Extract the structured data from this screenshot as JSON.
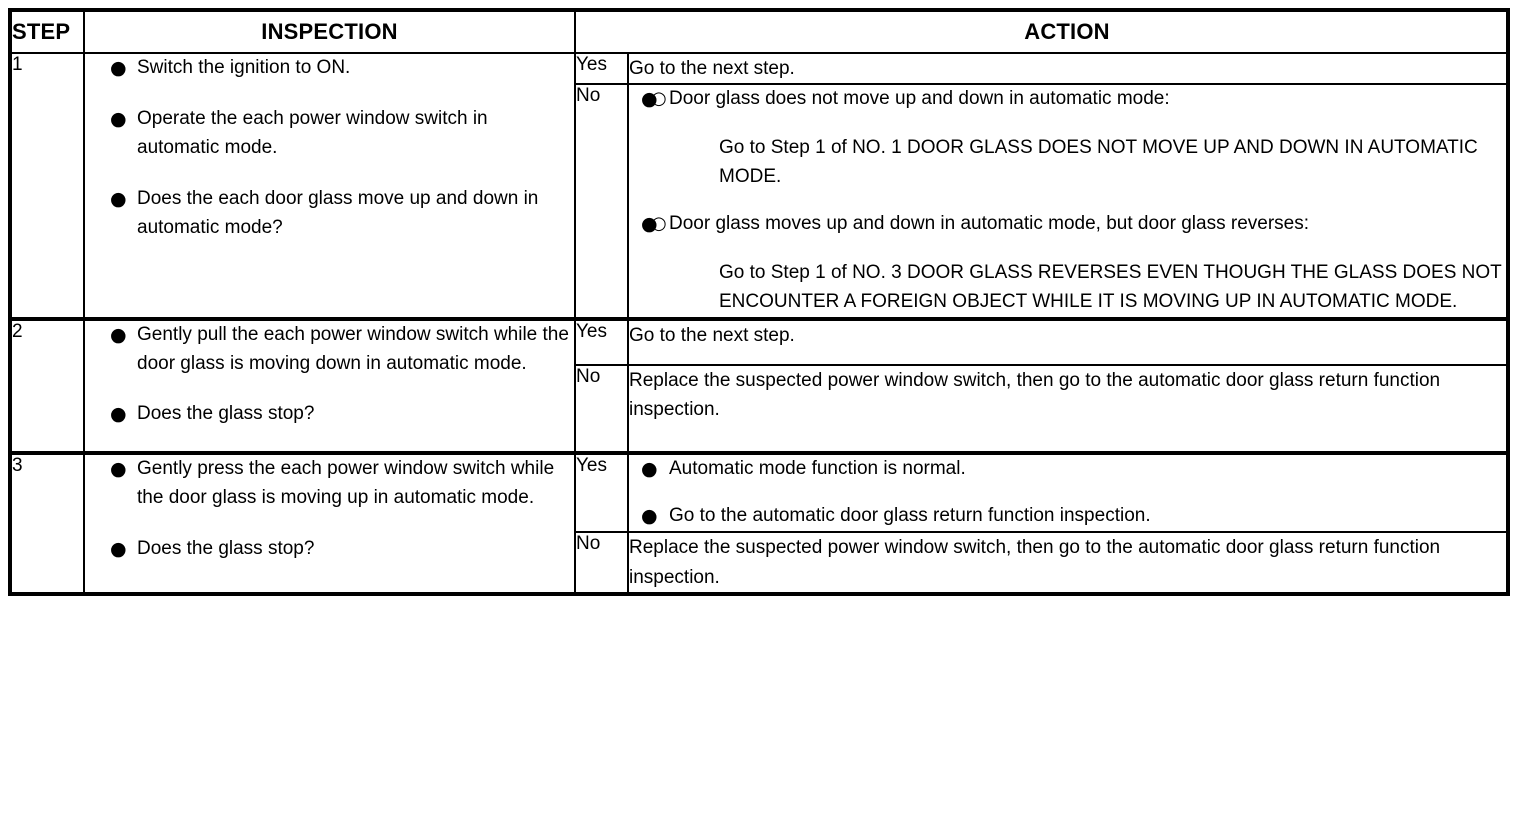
{
  "table": {
    "headers": {
      "step": "STEP",
      "inspection": "INSPECTION",
      "action": "ACTION"
    },
    "markers": {
      "filled_bullet": "●",
      "hollow_bullet": "○"
    },
    "answers": {
      "yes": "Yes",
      "no": "No"
    },
    "steps": [
      {
        "number": "1",
        "inspection": [
          "Switch the ignition to ON.",
          "Operate the each power window switch in automatic mode.",
          "Does the each door glass move up and down in automatic mode?"
        ],
        "yes_action": {
          "text": "Go to the next step."
        },
        "no_action": {
          "bullets": [
            {
              "text": "Door glass does not move up and down in automatic mode:",
              "sub": [
                "Go to Step 1 of NO. 1 DOOR GLASS DOES NOT MOVE UP AND DOWN IN AUTOMATIC MODE."
              ]
            },
            {
              "text": "Door glass moves up and down in automatic mode, but door glass reverses:",
              "sub": [
                "Go to Step 1 of NO. 3 DOOR GLASS REVERSES EVEN THOUGH THE GLASS DOES NOT ENCOUNTER A FOREIGN OBJECT WHILE IT IS MOVING UP IN AUTOMATIC MODE."
              ]
            }
          ]
        }
      },
      {
        "number": "2",
        "inspection": [
          "Gently pull the each power window switch while the door glass is moving down in automatic mode.",
          "Does the glass stop?"
        ],
        "yes_action": {
          "text": "Go to the next step."
        },
        "no_action": {
          "text": "Replace the suspected power window switch, then go to the automatic door glass return function inspection."
        }
      },
      {
        "number": "3",
        "inspection": [
          "Gently press the each power window switch while the door glass is moving up in automatic mode.",
          "Does the glass stop?"
        ],
        "yes_action": {
          "bullets": [
            {
              "text": "Automatic mode function is normal."
            },
            {
              "text": "Go to the automatic door glass return function inspection."
            }
          ]
        },
        "no_action": {
          "text": "Replace the suspected power window switch, then go to the automatic door glass return function inspection."
        }
      }
    ]
  }
}
